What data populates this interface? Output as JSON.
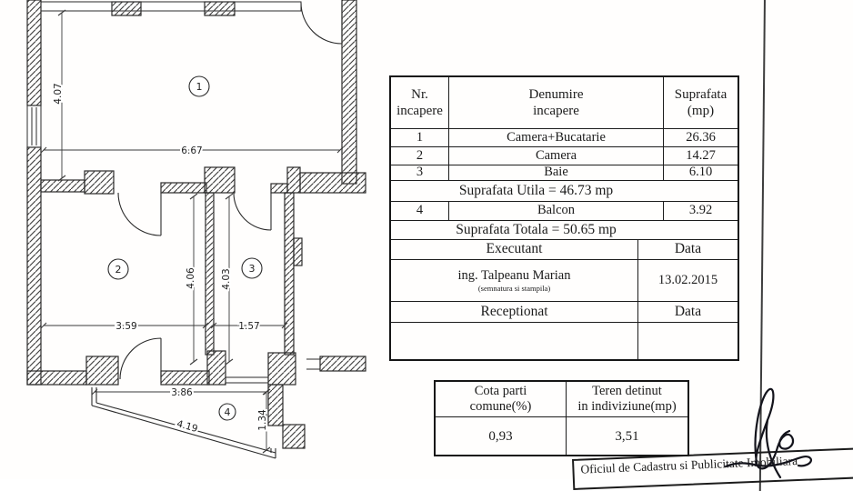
{
  "plan": {
    "room_labels": [
      "1",
      "2",
      "3",
      "4"
    ],
    "dimensions": {
      "room1_height": "4.07",
      "room1_width": "6.67",
      "room2_height": "4.06",
      "room3_height": "4.03",
      "room2_width": "3.59",
      "room3_width": "1.57",
      "balcony_width": "3.86",
      "balcony_diagonal": "4.19",
      "balcony_depth": "1.34"
    }
  },
  "rooms_table": {
    "headers": {
      "nr": "Nr.\nincapere",
      "denumire": "Denumire\nincapere",
      "suprafata": "Suprafata\n(mp)"
    },
    "rows": [
      {
        "nr": "1",
        "denumire": "Camera+Bucatarie",
        "suprafata": "26.36"
      },
      {
        "nr": "2",
        "denumire": "Camera",
        "suprafata": "14.27"
      },
      {
        "nr": "3",
        "denumire": "Baie",
        "suprafata": "6.10"
      }
    ],
    "suprafata_utila": "Suprafata Utila =  46.73 mp",
    "balcon_row": {
      "nr": "4",
      "denumire": "Balcon",
      "suprafata": "3.92"
    },
    "suprafata_totala": "Suprafata Totala = 50.65 mp",
    "executant": {
      "label": "Executant",
      "date_label": "Data",
      "name": "ing. Talpeanu Marian",
      "note": "(semnatura si stampila)",
      "date": "13.02.2015"
    },
    "receptionat": {
      "label": "Receptionat",
      "date_label": "Data"
    }
  },
  "ownership_table": {
    "cota_header": "Cota parti\ncomune(%)",
    "teren_header": "Teren detinut\nin indiviziune(mp)",
    "cota_value": "0,93",
    "teren_value": "3,51"
  },
  "stamp": {
    "office_name": "Oficiul de Cadastru si Publicitate Imobiliara"
  }
}
